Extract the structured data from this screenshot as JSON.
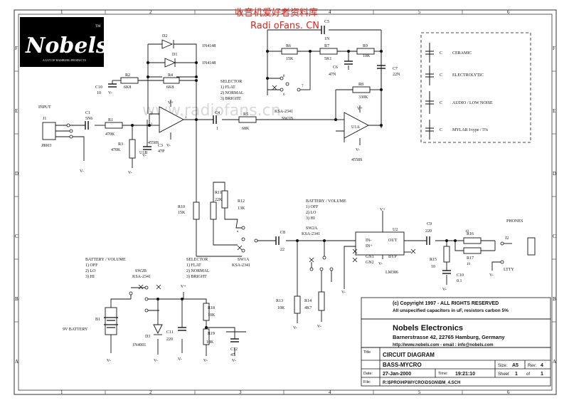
{
  "watermark": {
    "line1": "收音机爱好者资料库",
    "line2": "Radi oFans. CN",
    "faint": "www.radiofans.cn"
  },
  "logo": {
    "brand": "Nobels",
    "tm": "TM",
    "tagline": "A LOT OF HAMBURG PRODUCTS"
  },
  "border": {
    "cols": [
      "1",
      "2",
      "3",
      "4",
      "5",
      "6"
    ],
    "rows": [
      "F",
      "E",
      "D",
      "C",
      "B",
      "A"
    ]
  },
  "legend": {
    "items": [
      {
        "sym": "C",
        "label": "CERAMIC"
      },
      {
        "sym": "C",
        "label": "ELECTROLYTIC"
      },
      {
        "sym": "C",
        "label": "AUDIO / LOW NOISE"
      },
      {
        "sym": "C",
        "label": "MYLAR I-type / 5%"
      }
    ]
  },
  "labels": {
    "input": "INPUT",
    "j1": "J1",
    "jsize": "J8003",
    "c1": "C1",
    "c1v": "5N6",
    "r1": "R1",
    "r1v": "470K",
    "r3": "R3",
    "r3v": "470K",
    "c10": "C10",
    "c10v": "10",
    "r2": "R2",
    "r2v": "6K8",
    "r4": "R4",
    "r4v": "6K8",
    "d2": "D2",
    "d1": "D1",
    "dtype": "1N4148",
    "dtype2": "1N4148",
    "u1b": "U1B",
    "opamp": "4558S",
    "c3": "C3",
    "c3v": "47P",
    "c4": "C4",
    "c4v": "1",
    "r5": "R5",
    "r5v": "68K",
    "sel1_t": "SELECTOR",
    "sel1_a": "1) FLAT",
    "sel1_b": "2) NORMAL",
    "sel1_c": "3) BRIGHT",
    "c5": "C5",
    "c5v": "1N",
    "r6": "R6",
    "r6v": "15K",
    "r7": "R7",
    "r7v": "5K1",
    "r9": "R9",
    "r9v": "10K",
    "c6": "C6",
    "c6v": "47N",
    "c7": "C7",
    "c7v": "22N",
    "r8": "R8",
    "r8v": "330K",
    "sw1b": "SW1B",
    "ksa": "KSA-2341",
    "u1a": "U1A",
    "opamp2": "4558S",
    "r10": "R10",
    "r10v": "15K",
    "r11": "R11",
    "r11v": "22K",
    "r12": "R12",
    "r12v": "13K",
    "sw1a": "SW1A",
    "ksa2": "KSA-2341",
    "c8": "C8",
    "c8v": "22",
    "bat1_t": "BATTERY / VOLUME",
    "bat1_a": "1) OFF",
    "bat1_b": "2) LO",
    "bat1_c": "3) HI",
    "sw2a": "SW2A",
    "ksa3": "KSA-2341",
    "r13": "R13",
    "r13v": "10K",
    "r14": "R14",
    "r14v": "4K7",
    "u2": "U2",
    "lm386": "LM386",
    "in_m": "IN-",
    "in_p": "IN+",
    "gn1": "GN1",
    "gn2": "GN2",
    "out": "OUT",
    "byp": "BYP",
    "c9": "C9",
    "c9v": "220",
    "r15": "R15",
    "r15v": "10",
    "c10b": "C10",
    "c10bv": "0.1",
    "r16": "R16",
    "r16v": "10",
    "r17": "R17",
    "r17v": "10",
    "phones": "PHONES",
    "j2": "J2",
    "ltty": "LTTY",
    "bat2_t": "BATTERY / VOLUME",
    "bat2_a": "1) OFF",
    "bat2_b": "2) LO",
    "bat2_c": "3) HI",
    "sw2b": "SW2B",
    "ksa4": "KSA-2341",
    "sel2_t": "SELECTOR",
    "sel2_a": "1) FLAT",
    "sel2_b": "2) NORMAL",
    "sel2_c": "3) BRIGHT",
    "b1": "B1",
    "battery": "9V BATTERY",
    "d3": "D3",
    "d3t": "1N4001",
    "c11": "C11",
    "c11v": "220",
    "r18": "R18",
    "r18v": "10K",
    "r19": "R19",
    "r19v": "10K",
    "c12": "C12",
    "c12v": "47",
    "vplus": "V+",
    "vminus": "V-"
  },
  "notes": {
    "copyright": "(c) Copyright 1997 - ALL RIGHTS RESERVED",
    "unspec": "All unspecified capacitors in uF,  resistors carbon 5%"
  },
  "titleblock": {
    "company": "Nobels Electronics",
    "address": "Barnerstrasse 42, 22765 Hamburg, Germany",
    "web": "http://www.nobels.com  -  email : info@nobels.com",
    "title_lbl": "Title",
    "title": "CIRCUIT DIAGRAM",
    "name": "BASS-MYCRO",
    "size_lbl": "Size:",
    "size": "A5",
    "rev_lbl": "Rev:",
    "rev": "4",
    "date_lbl": "Date:",
    "date": "27-Jan-2000",
    "time_lbl": "Time:",
    "time": "19:21:10",
    "sheet_lbl": "Sheet",
    "sheet": "1",
    "of_lbl": "of",
    "of": "1",
    "file_lbl": "File:",
    "file": "R:\\$PRO\\HP\\MYCRO\\DSGN\\BM_4.SCH"
  },
  "colors": {
    "watermark": "#e2231a",
    "ink": "#111111",
    "frame": "#333333"
  }
}
